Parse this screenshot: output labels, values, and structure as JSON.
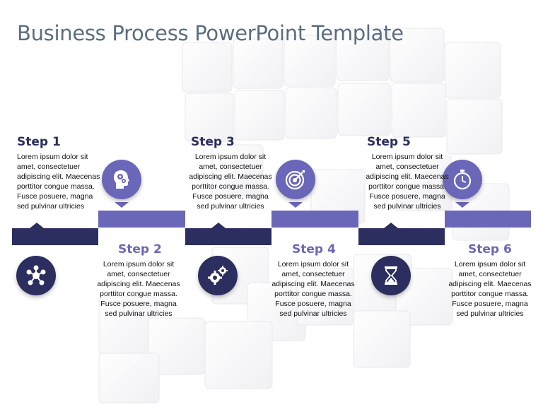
{
  "title": "Business Process PowerPoint Template",
  "colors": {
    "dark": "#2b2e5e",
    "light": "#6b67b8",
    "title": "#5b6d80"
  },
  "steps": [
    {
      "label": "Step 1",
      "text": "Lorem ipsum dolor sit amet, consectetuer adipiscing elit. Maecenas porttitor congue massa. Fusce posuere, magna sed pulvinar ultricies",
      "icon": "network-icon"
    },
    {
      "label": "Step 2",
      "text": "Lorem ipsum dolor sit amet, consectetuer adipiscing elit. Maecenas porttitor congue massa. Fusce posuere, magna sed pulvinar ultricies",
      "icon": "head-gears-icon"
    },
    {
      "label": "Step 3",
      "text": "Lorem ipsum dolor sit amet, consectetuer adipiscing elit. Maecenas porttitor congue massa. Fusce posuere, magna sed pulvinar ultricies",
      "icon": "gears-icon"
    },
    {
      "label": "Step 4",
      "text": "Lorem ipsum dolor sit amet, consectetuer adipiscing elit. Maecenas porttitor congue massa. Fusce posuere, magna sed pulvinar ultricies",
      "icon": "target-icon"
    },
    {
      "label": "Step 5",
      "text": "Lorem ipsum dolor sit amet, consectetuer adipiscing elit. Maecenas porttitor congue massa. Fusce posuere, magna sed pulvinar ultricies",
      "icon": "hourglass-icon"
    },
    {
      "label": "Step 6",
      "text": "Lorem ipsum dolor sit amet, consectetuer adipiscing elit. Maecenas porttitor congue massa. Fusce posuere, magna sed pulvinar ultricies",
      "icon": "stopwatch-icon"
    }
  ]
}
